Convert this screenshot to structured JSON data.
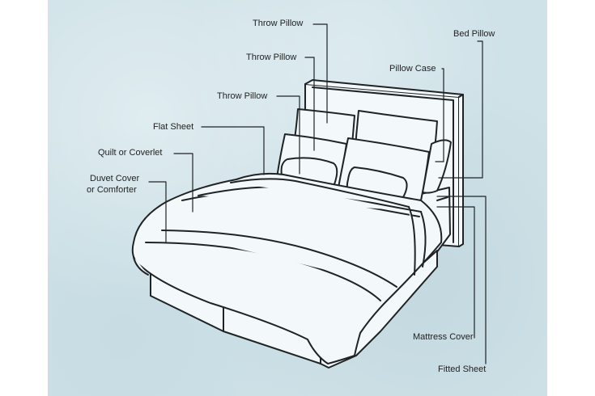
{
  "labels": {
    "throw_pillow_1": "Throw Pillow",
    "throw_pillow_2": "Throw Pillow",
    "throw_pillow_3": "Throw Pillow",
    "flat_sheet": "Flat Sheet",
    "quilt": "Quilt or Coverlet",
    "duvet_line1": "Duvet Cover",
    "duvet_line2": "or Comforter",
    "bed_pillow": "Bed Pillow",
    "pillow_case": "Pillow Case",
    "mattress_cover": "Mattress Cover",
    "fitted_sheet": "Fitted Sheet"
  },
  "colors": {
    "background": "#cfe2e8",
    "line": "#1f2326",
    "fill": "#f3f8fa"
  }
}
